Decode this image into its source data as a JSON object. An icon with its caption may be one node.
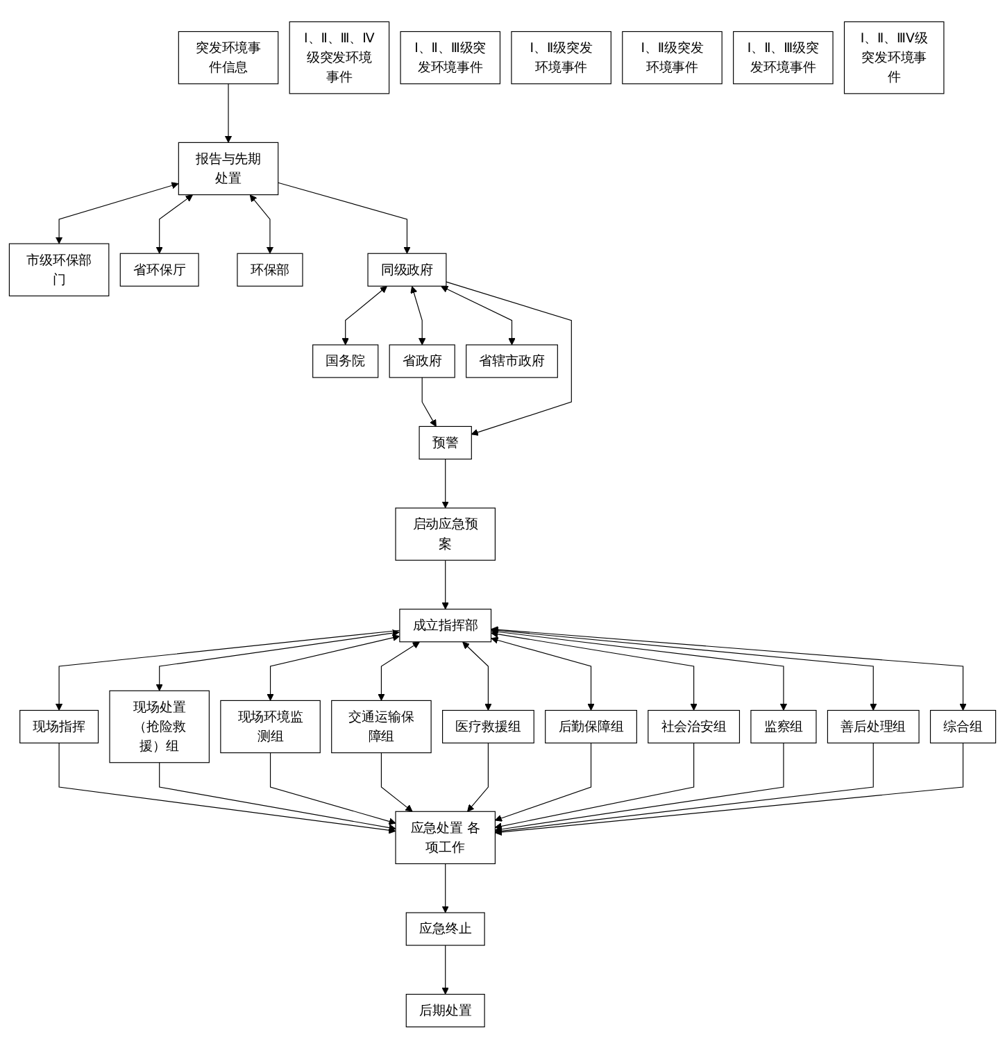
{
  "diagram": {
    "nodes": [
      {
        "text": [
          "突发环境事件信息"
        ]
      },
      {
        "text": [
          "报告与先期处置"
        ]
      },
      {
        "text": [
          "同级政府"
        ]
      },
      {
        "text": [
          "Ⅰ、Ⅱ、Ⅲ、Ⅳ级突发环境事件"
        ]
      },
      {
        "text": [
          "Ⅰ、Ⅱ、Ⅲ级突发环境事件"
        ]
      },
      {
        "text": [
          "Ⅰ、Ⅱ级突发环境事件"
        ]
      },
      {
        "text": [
          "Ⅰ、Ⅱ级突发环境事件"
        ]
      },
      {
        "text": [
          "Ⅰ、Ⅱ、Ⅲ级突发环境事件"
        ]
      },
      {
        "text": [
          "Ⅰ、Ⅱ、ⅢⅤ级突发环境事件"
        ]
      },
      {
        "text": [
          "市级环保部门"
        ]
      },
      {
        "text": [
          "省环保厅"
        ]
      },
      {
        "text": [
          "环保部"
        ]
      },
      {
        "text": [
          "国务院"
        ]
      },
      {
        "text": [
          "省政府"
        ]
      },
      {
        "text": [
          "省辖市政府"
        ]
      },
      {
        "text": [
          "预警"
        ]
      },
      {
        "text": [
          "启动应急预案"
        ]
      },
      {
        "text": [
          "成立指挥部"
        ]
      },
      {
        "text": [
          "现场指挥"
        ]
      },
      {
        "text": [
          "应急处置 各项工作"
        ]
      },
      {
        "text": [
          "应急终止"
        ]
      },
      {
        "text": [
          "后期处置"
        ]
      },
      {
        "text": [
          "现场处置（抢险救援）组"
        ]
      },
      {
        "text": [
          "现场环境监测组"
        ]
      },
      {
        "text": [
          "交通运输保障组"
        ]
      },
      {
        "text": [
          "医疗救援组"
        ]
      },
      {
        "text": [
          "后勤保障组"
        ]
      },
      {
        "text": [
          "社会治安组"
        ]
      },
      {
        "text": [
          "监察组"
        ]
      },
      {
        "text": [
          "善后处理组"
        ]
      },
      {
        "text": [
          "综合组"
        ]
      }
    ],
    "edges": [
      {
        "from": 0,
        "to": 1,
        "arrow": "to"
      },
      {
        "from": 1,
        "to": 2,
        "arrow": "to"
      },
      {
        "from": 1,
        "to": 9,
        "arrow": "both"
      },
      {
        "from": 1,
        "to": 10,
        "arrow": "both"
      },
      {
        "from": 1,
        "to": 11,
        "arrow": "both"
      },
      {
        "from": 2,
        "to": 12,
        "arrow": "both"
      },
      {
        "from": 2,
        "to": 13,
        "arrow": "both"
      },
      {
        "from": 2,
        "to": 14,
        "arrow": "both"
      },
      {
        "from": 13,
        "to": 15,
        "arrow": "to"
      },
      {
        "from": 2,
        "to": 15,
        "arrow": "to"
      },
      {
        "from": 15,
        "to": 16,
        "arrow": "to"
      },
      {
        "from": 16,
        "to": 17,
        "arrow": "to"
      },
      {
        "from": 17,
        "to": 18,
        "arrow": "to"
      },
      {
        "from": 18,
        "to": 19,
        "arrow": "to"
      },
      {
        "from": 19,
        "to": 20,
        "arrow": "to"
      },
      {
        "from": 20,
        "to": 21,
        "arrow": "to"
      },
      {
        "from": 17,
        "to": 22,
        "arrow": "both"
      },
      {
        "from": 17,
        "to": 23,
        "arrow": "both"
      },
      {
        "from": 17,
        "to": 24,
        "arrow": "both"
      },
      {
        "from": 17,
        "to": 25,
        "arrow": "both"
      },
      {
        "from": 17,
        "to": 26,
        "arrow": "both"
      },
      {
        "from": 17,
        "to": 27,
        "arrow": "both"
      },
      {
        "from": 17,
        "to": 28,
        "arrow": "both"
      },
      {
        "from": 17,
        "to": 29,
        "arrow": "both"
      },
      {
        "from": 17,
        "to": 30,
        "arrow": "both"
      },
      {
        "from": 22,
        "to": 19,
        "arrow": "to"
      },
      {
        "from": 23,
        "to": 19,
        "arrow": "to"
      },
      {
        "from": 24,
        "to": 19,
        "arrow": "to"
      },
      {
        "from": 25,
        "to": 19,
        "arrow": "to"
      },
      {
        "from": 26,
        "to": 19,
        "arrow": "to"
      },
      {
        "from": 27,
        "to": 19,
        "arrow": "to"
      },
      {
        "from": 28,
        "to": 19,
        "arrow": "to"
      },
      {
        "from": 29,
        "to": 19,
        "arrow": "to"
      },
      {
        "from": 30,
        "to": 19,
        "arrow": "to"
      }
    ]
  }
}
